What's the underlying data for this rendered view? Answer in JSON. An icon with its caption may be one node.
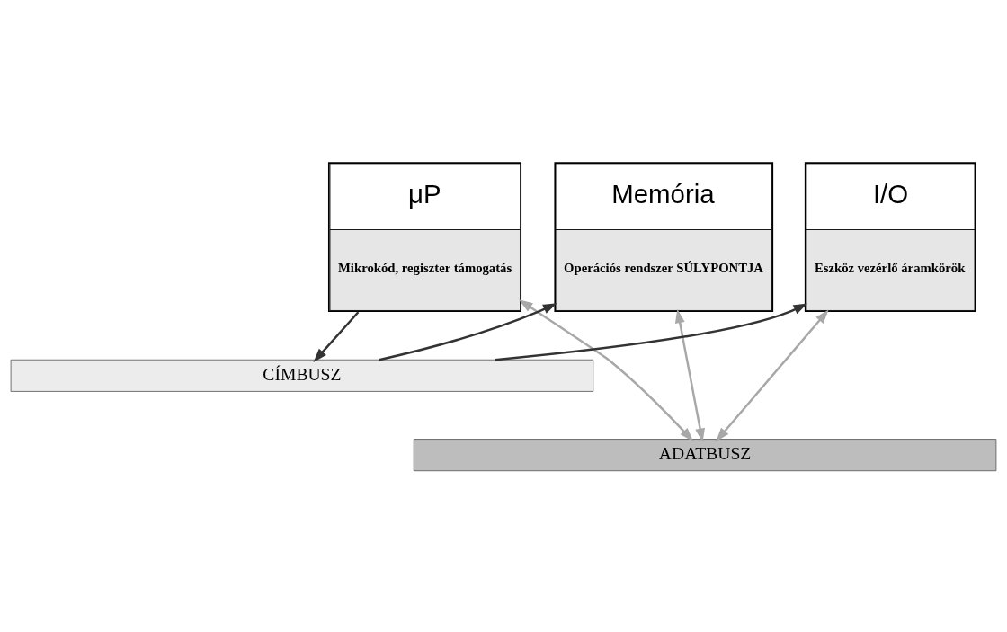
{
  "diagram": {
    "nodes": [
      {
        "text": [
          "μP",
          "Mikrokód, regiszter támogatás"
        ]
      },
      {
        "text": [
          "Memória",
          "Operációs rendszer SÚLYPONTJA"
        ]
      },
      {
        "text": [
          "I/O",
          "Eszköz vezérlő áramkörök"
        ]
      },
      {
        "text": [
          "CÍMBUSZ"
        ]
      },
      {
        "text": [
          "ADATBUSZ"
        ]
      }
    ],
    "edges": [
      {
        "from": 0,
        "to": 3,
        "arrow": "to"
      },
      {
        "from": 0,
        "to": 4,
        "arrow": "both",
        "color": "#a8a8a8"
      },
      {
        "from": 3,
        "to": 1,
        "arrow": "to"
      },
      {
        "from": 1,
        "to": 4,
        "arrow": "both",
        "color": "#a8a8a8"
      },
      {
        "from": 3,
        "to": 2,
        "arrow": "to"
      },
      {
        "from": 2,
        "to": 4,
        "arrow": "both",
        "color": "#a8a8a8"
      }
    ]
  }
}
